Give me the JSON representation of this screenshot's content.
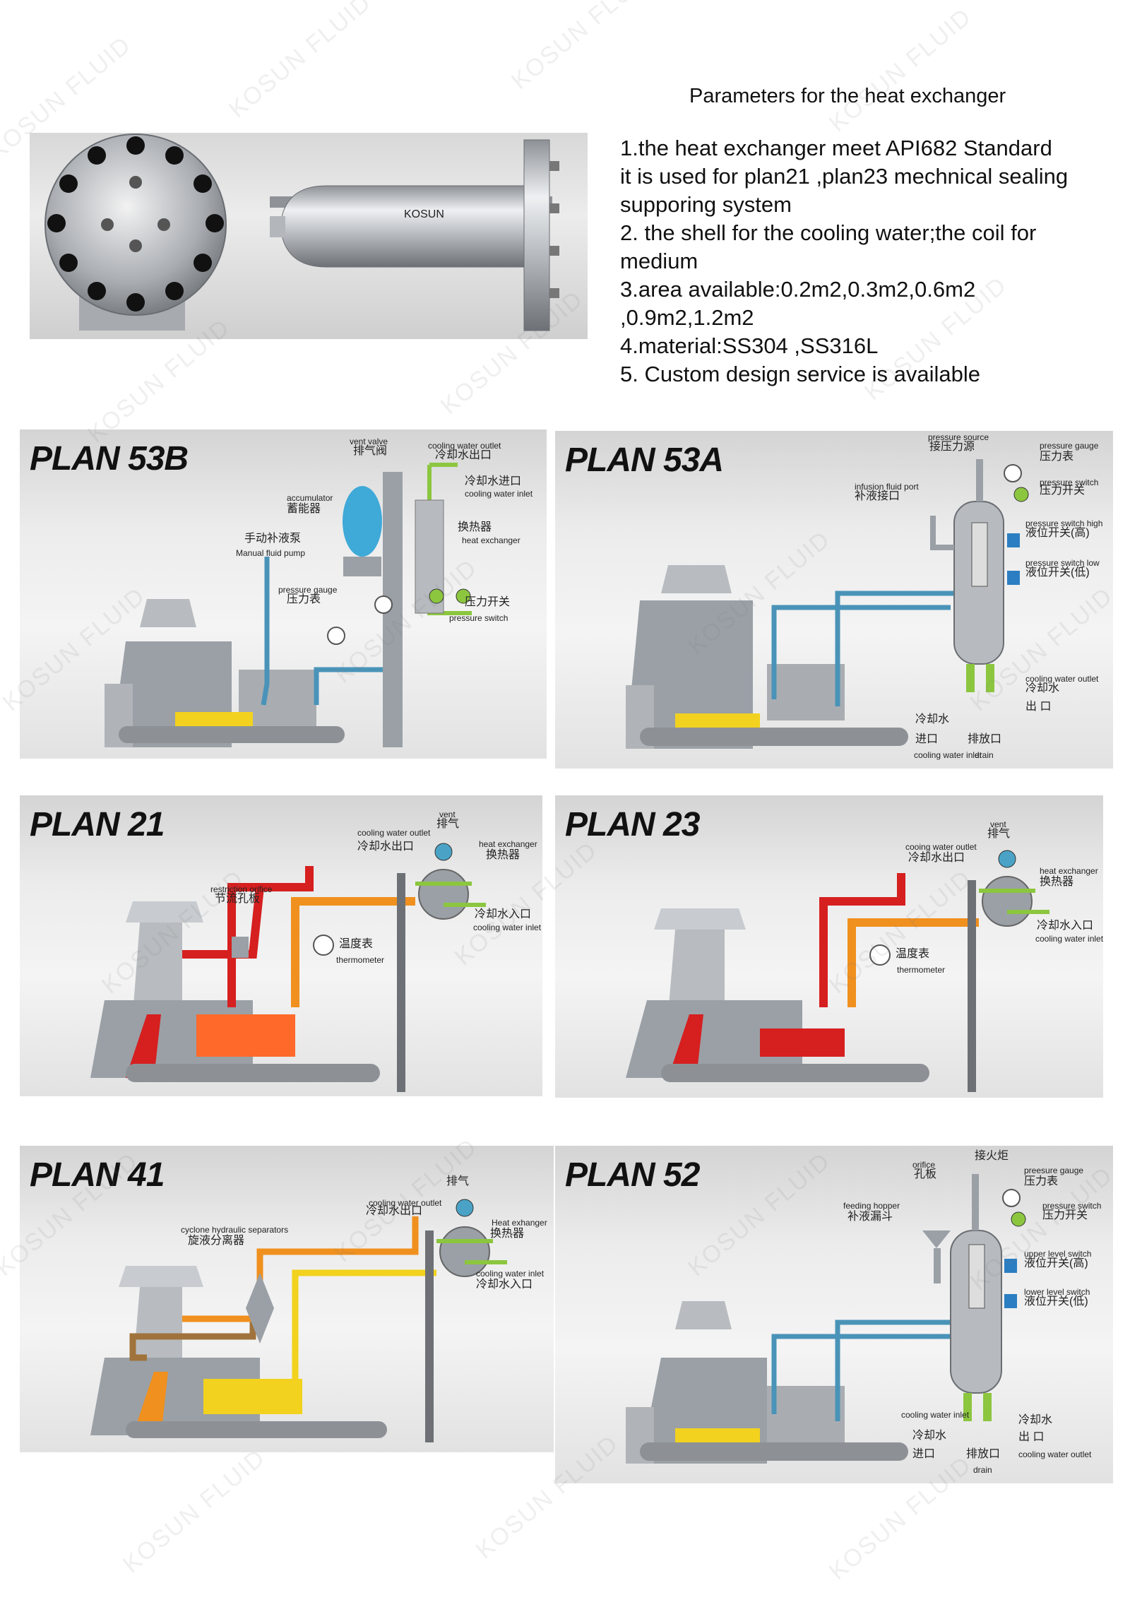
{
  "header": {
    "title": "Parameters for the heat exchanger",
    "lines": [
      "1.the heat exchanger meet API682 Standard",
      "it is used for plan21 ,plan23 mechnical sealing",
      "supporing system",
      "2. the shell for the cooling water;the coil for",
      "medium",
      "3.area available:0.2m2,0.3m2,0.6m2",
      ",0.9m2,1.2m2",
      "4.material:SS304 ,SS316L",
      "5. Custom design  service is available"
    ]
  },
  "product": {
    "brand": "KOSUN"
  },
  "watermark": "KOSUN FLUID",
  "colors": {
    "red": "#d61f1f",
    "orange": "#f0901e",
    "yellow": "#f2d21e",
    "blue": "#4a93b8",
    "green": "#8cc63f",
    "steel": "#9aa0a6",
    "brown": "#a0733c"
  },
  "plans": {
    "p53b": {
      "title": "PLAN 53B",
      "labels": {
        "vent_en": "vent valve",
        "vent_zh": "排气阀",
        "cwo_en": "cooling water outlet",
        "cwo_zh": "冷却水出口",
        "cwi_zh": "冷却水进口",
        "cwi_en": "cooling water inlet",
        "acc_en": "accumulator",
        "acc_zh": "蓄能器",
        "hx_zh": "换热器",
        "hx_en": "heat exchanger",
        "pump_zh": "手动补液泵",
        "pump_en": "Manual fluid pump",
        "pg_en": "pressure gauge",
        "pg_zh": "压力表",
        "ps_zh": "压力开关",
        "ps_en": "pressure switch"
      }
    },
    "p53a": {
      "title": "PLAN 53A",
      "labels": {
        "src_en": "pressure source",
        "src_zh": "接压力源",
        "pg_en": "pressure gauge",
        "pg_zh": "压力表",
        "inf_en": "infusion fluid port",
        "inf_zh": "补液接口",
        "ps_en": "pressure switch",
        "ps_zh": "压力开关",
        "psh_en": "pressure switch high",
        "psh_zh": "液位开关(高)",
        "psl_en": "pressure switch low",
        "psl_zh": "液位开关(低)",
        "cwo_en": "cooling water outlet",
        "cwo_zh1": "冷却水",
        "cwo_zh2": "出 口",
        "cwi_zh1": "冷却水",
        "cwi_zh2": "进口",
        "cwi_en": "cooling water inlet",
        "drain_zh": "排放口",
        "drain_en": "drain"
      }
    },
    "p21": {
      "title": "PLAN 21",
      "labels": {
        "vent_en": "vent",
        "vent_zh": "排气",
        "cwo_en": "cooling water outlet",
        "cwo_zh": "冷却水出口",
        "hx_en": "heat exchanger",
        "hx_zh": "换热器",
        "orif_en": "restriction orifice",
        "orif_zh": "节流孔板",
        "cwi_zh": "冷却水入口",
        "cwi_en": "cooling water inlet",
        "th_zh": "温度表",
        "th_en": "thermometer"
      }
    },
    "p23": {
      "title": "PLAN 23",
      "labels": {
        "vent_en": "vent",
        "vent_zh": "排气",
        "cwo_en": "cooing water outlet",
        "cwo_zh": "冷却水出口",
        "hx_en": "heat exchanger",
        "hx_zh": "换热器",
        "cwi_zh": "冷却水入口",
        "cwi_en": "cooling water inlet",
        "th_zh": "温度表",
        "th_en": "thermometer"
      }
    },
    "p41": {
      "title": "PLAN 41",
      "labels": {
        "vent_zh": "排气",
        "cwo_en": "cooling water outlet",
        "cwo_zh": "冷却水出口",
        "hx_en": "Heat exhanger",
        "hx_zh": "换热器",
        "cyc_en": "cyclone hydraulic separators",
        "cyc_zh": "旋液分离器",
        "cwi_en": "cooling water inlet",
        "cwi_zh": "冷却水入口"
      }
    },
    "p52": {
      "title": "PLAN 52",
      "labels": {
        "flare_zh": "接火炬",
        "orif_en": "orifice",
        "orif_zh": "孔板",
        "pg_en": "preesure gauge",
        "pg_zh": "压力表",
        "feed_en": "feeding hopper",
        "feed_zh": "补液漏斗",
        "ps_en": "pressure switch",
        "ps_zh": "压力开关",
        "ul_en": "upper level switch",
        "ul_zh": "液位开关(高)",
        "ll_en": "lower level switch",
        "ll_zh": "液位开关(低)",
        "cwi_en": "cooling water inlet",
        "cwi_zh1": "冷却水",
        "cwi_zh2": "进口",
        "cwo_zh1": "冷却水",
        "cwo_zh2": "出 口",
        "cwo_en": "cooling water outlet",
        "drain_zh": "排放口",
        "drain_en": "drain"
      }
    }
  }
}
